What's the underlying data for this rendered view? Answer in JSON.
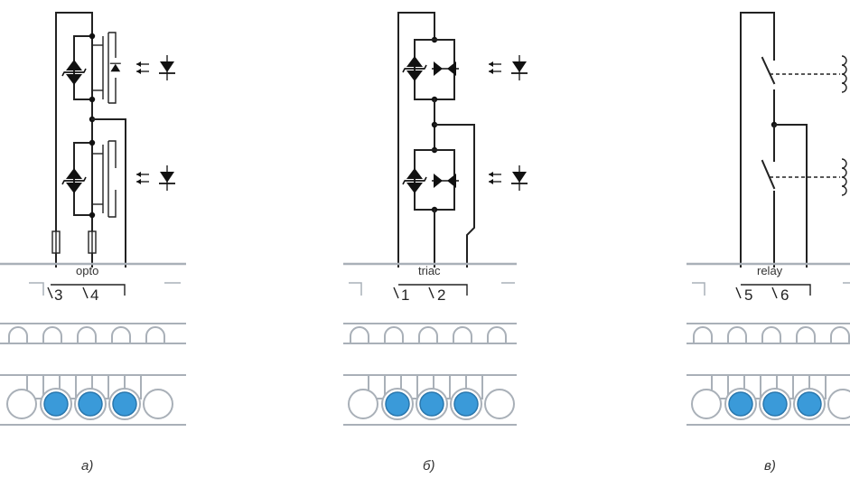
{
  "panels": [
    {
      "id": "a",
      "type_label": "opto",
      "terminals": [
        "3",
        "4"
      ],
      "caption": "а)"
    },
    {
      "id": "b",
      "type_label": "triac",
      "terminals": [
        "1",
        "2"
      ],
      "caption": "б)"
    },
    {
      "id": "c",
      "type_label": "relay",
      "terminals": [
        "5",
        "6"
      ],
      "caption": "в)"
    }
  ],
  "colors": {
    "led": "#3a9ad9",
    "wire": "#222222",
    "housing": "#a9b0b8"
  }
}
